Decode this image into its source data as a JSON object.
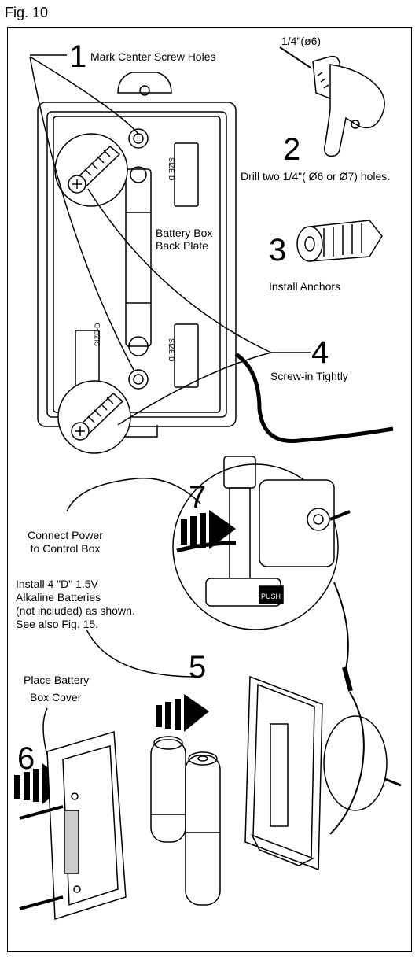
{
  "figure_label": "Fig. 10",
  "steps": {
    "s1": {
      "number": "1",
      "text": "Mark  Center Screw Holes"
    },
    "s2": {
      "number": "2",
      "text": "Drill two 1/4\"( Ø6 or  Ø7) holes."
    },
    "s3": {
      "number": "3",
      "text": "Install Anchors"
    },
    "s4": {
      "number": "4",
      "text": "Screw-in Tightly"
    },
    "s5": {
      "number": "5"
    },
    "s6": {
      "number": "6"
    },
    "s7": {
      "number": "7"
    }
  },
  "labels": {
    "drill_bit": "1/4\"(ø6)",
    "battery_box": "Battery Box",
    "back_plate": "Back Plate",
    "connect_power_1": "Connect Power",
    "connect_power_2": "to Control Box",
    "batteries_1": "Install 4 \"D\" 1.5V",
    "batteries_2": "Alkaline Batteries",
    "batteries_3": "(not included) as shown.",
    "batteries_4": "See also Fig. 15.",
    "cover_1": "Place Battery",
    "cover_2": "Box Cover",
    "battery_size": "SIZE-D",
    "push_label": "PUSH"
  }
}
